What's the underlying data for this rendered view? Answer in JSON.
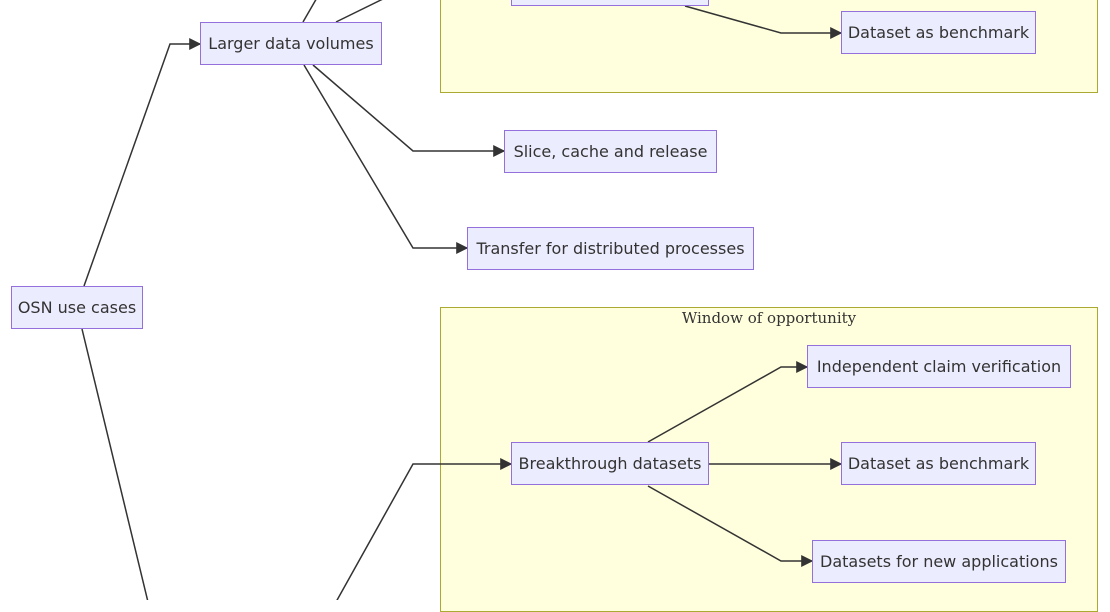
{
  "diagram": {
    "clusters": {
      "window_of_opportunity": {
        "title": "Window of opportunity"
      }
    },
    "nodes": {
      "root": "OSN use cases",
      "larger_data": "Larger data volumes",
      "slice": "Slice, cache and release",
      "transfer": "Transfer for distributed processes",
      "top_benchmark": "Dataset as benchmark",
      "breakthrough": "Breakthrough datasets",
      "claim_verification": "Independent claim verification",
      "mid_benchmark": "Dataset as benchmark",
      "new_applications": "Datasets for new applications"
    },
    "colors": {
      "node_fill": "#ececff",
      "node_border": "#9370db",
      "cluster_fill": "#ffffde",
      "cluster_border": "#aaaa33",
      "edge": "#333333",
      "text": "#333333"
    }
  }
}
